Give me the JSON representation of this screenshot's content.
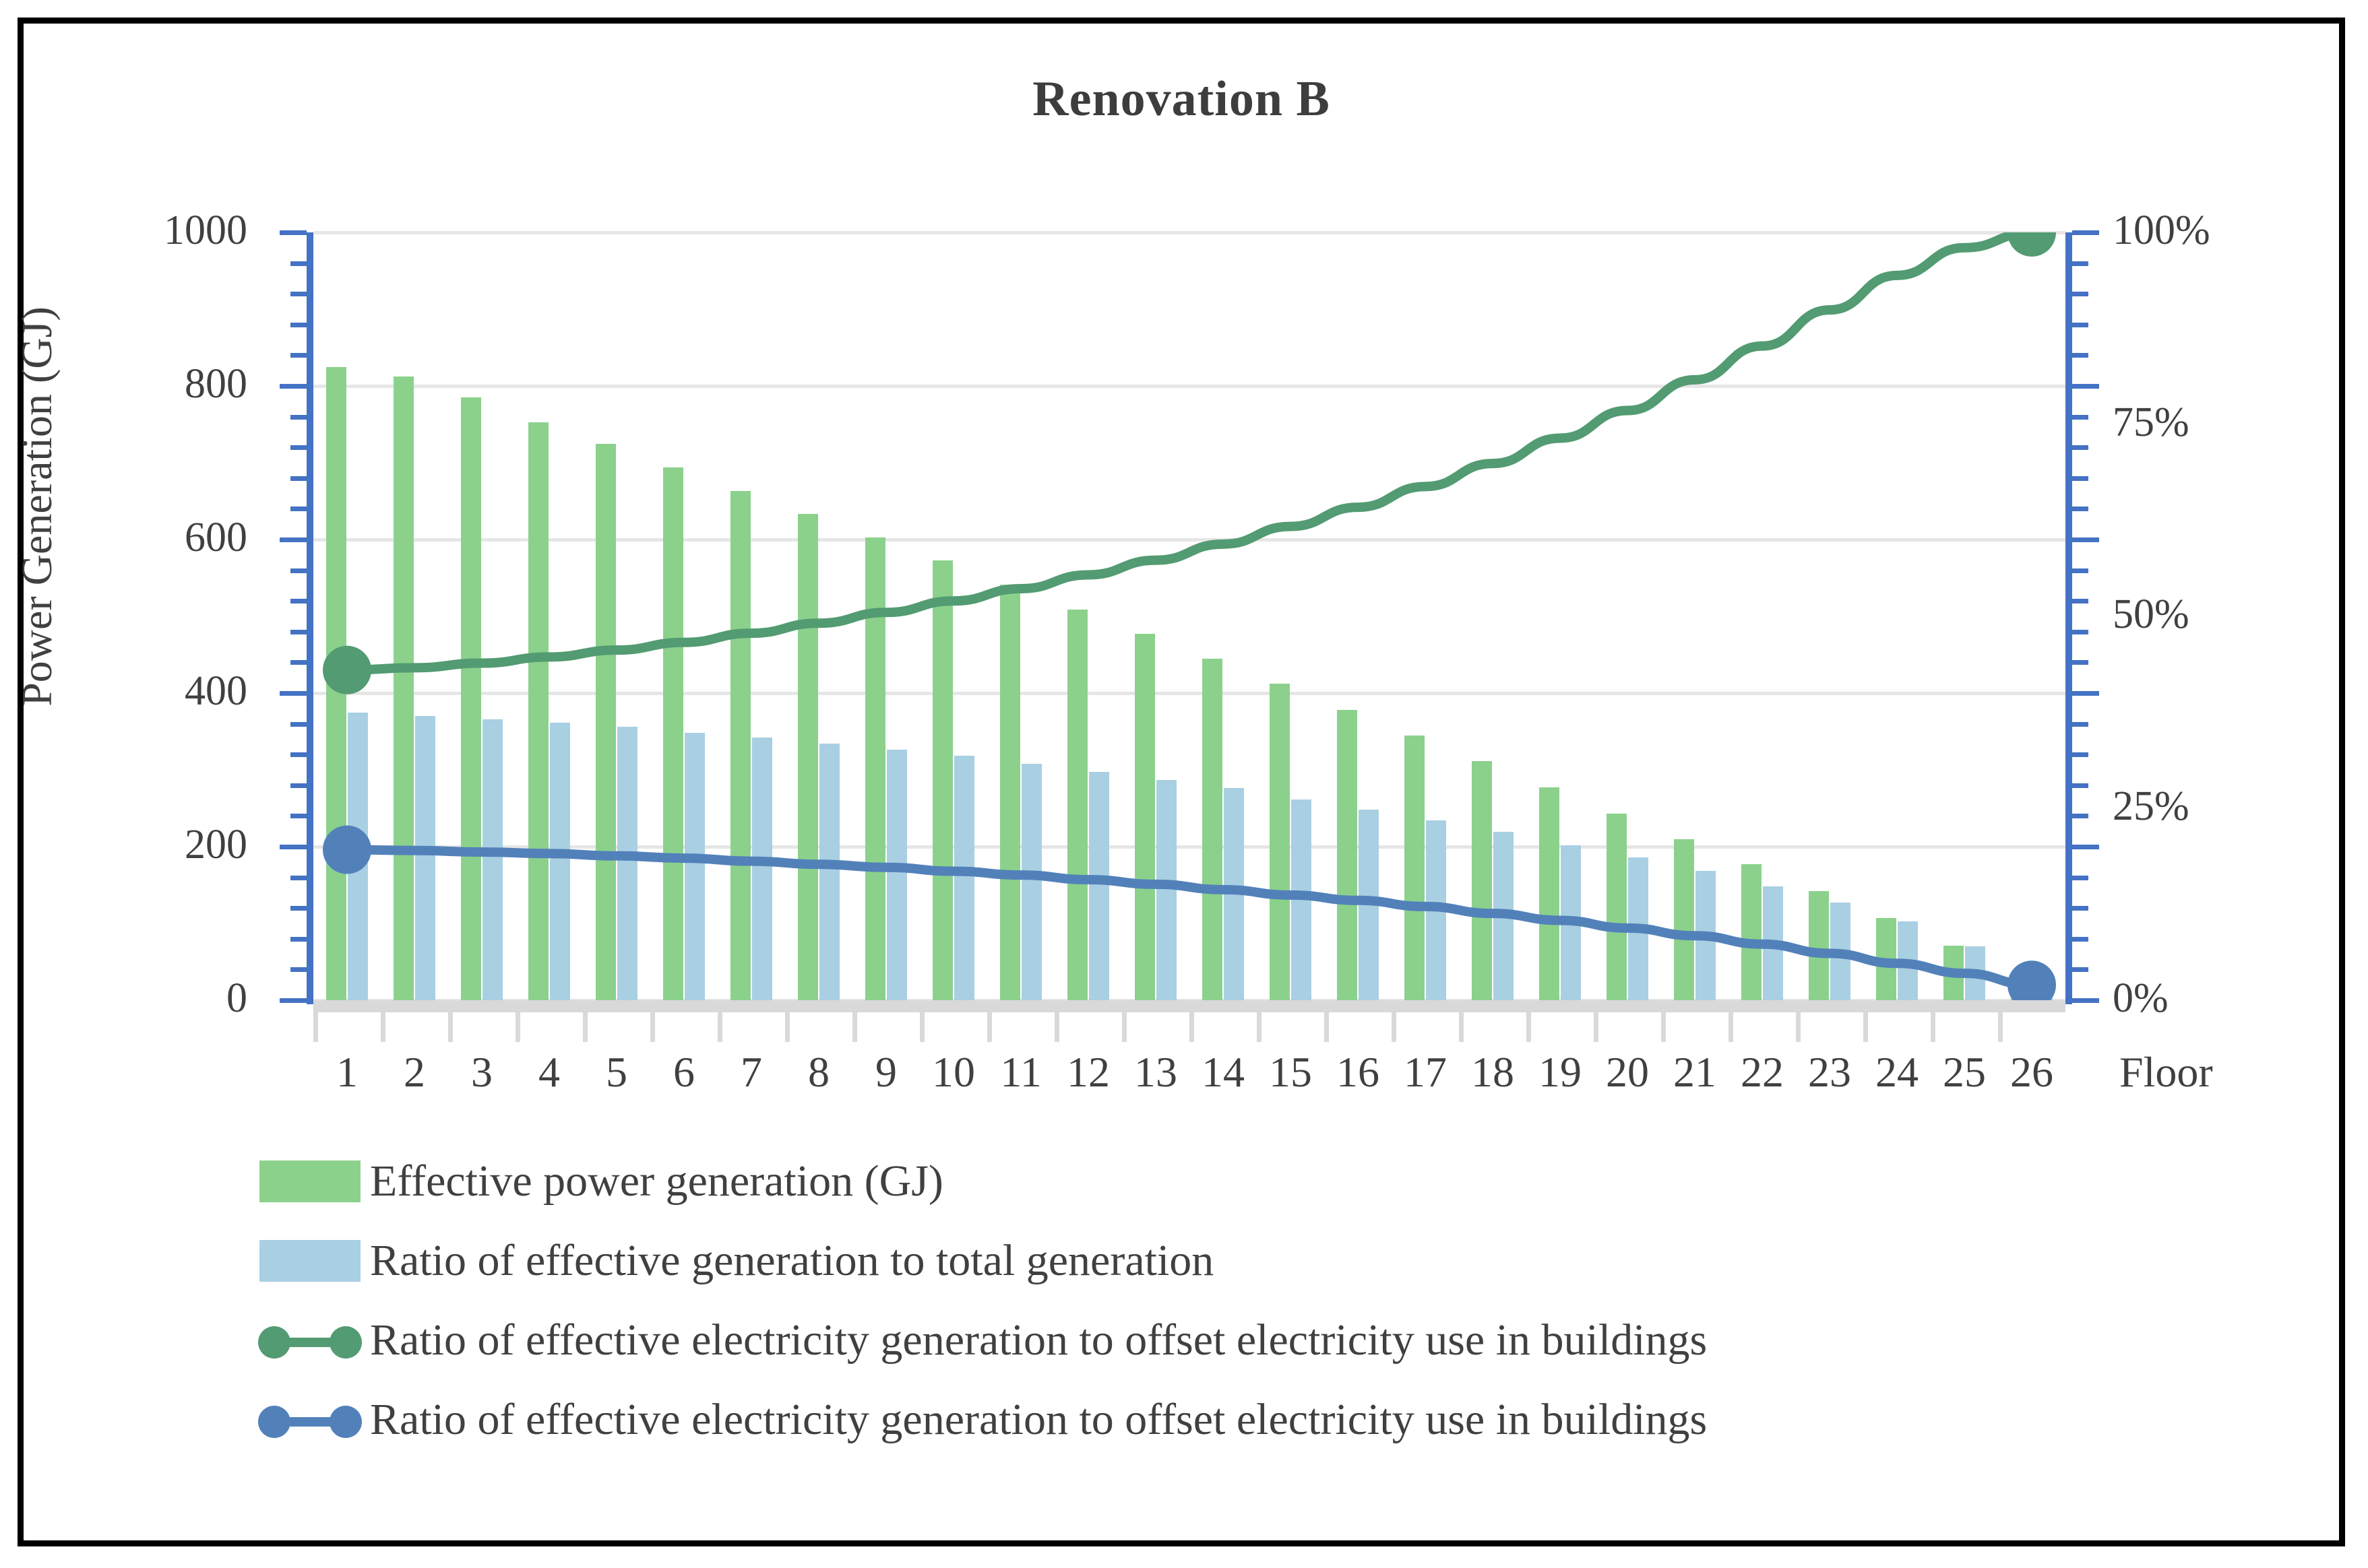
{
  "chart": {
    "title": "Renovation B",
    "y_axis_left_title": "Power Generation (GJ)",
    "x_axis_title": "Floor",
    "y_left_ticks": [
      "1000",
      "800",
      "600",
      "400",
      "200",
      "0"
    ],
    "y_right_ticks": [
      "100%",
      "75%",
      "50%",
      "25%",
      "0%"
    ]
  },
  "legend": {
    "items": [
      {
        "type": "bar",
        "label": "Effective power generation (GJ)",
        "color": "#8BD18C"
      },
      {
        "type": "bar",
        "label": "Ratio of effective generation to total generation",
        "color": "#A9CFE3"
      },
      {
        "type": "line",
        "label": "Ratio of effective electricity generation to offset electricity use in buildings",
        "color": "#539B72"
      },
      {
        "type": "line",
        "label": "Ratio of effective electricity generation to offset electricity use in buildings",
        "color": "#5281BA"
      }
    ]
  },
  "colors": {
    "bar_green": "#8BD18C",
    "bar_blue": "#A9CFE3",
    "line_green": "#539B72",
    "line_blue": "#5281BA",
    "axis_blue": "#4472C4",
    "gridline": "#e6e6e6",
    "text": "#404040",
    "border": "#000000"
  },
  "chart_data": {
    "type": "bar",
    "title": "Renovation B",
    "xlabel": "Floor",
    "ylabel": "Power Generation (GJ)",
    "ylim": [
      0,
      1000
    ],
    "y2lim": [
      0,
      100
    ],
    "y2label": "%",
    "grid": true,
    "legend_position": "bottom-left",
    "categories": [
      "1",
      "2",
      "3",
      "4",
      "5",
      "6",
      "7",
      "8",
      "9",
      "10",
      "11",
      "12",
      "13",
      "14",
      "15",
      "16",
      "17",
      "18",
      "19",
      "20",
      "21",
      "22",
      "23",
      "24",
      "25",
      "26"
    ],
    "series": [
      {
        "name": "Effective power generation (GJ)",
        "type": "bar",
        "axis": "left",
        "color": "#8BD18C",
        "values": [
          825,
          812,
          785,
          753,
          725,
          694,
          663,
          633,
          603,
          573,
          541,
          509,
          477,
          445,
          412,
          378,
          345,
          311,
          277,
          243,
          210,
          177,
          142,
          107,
          71,
          4
        ]
      },
      {
        "name": "Ratio of effective generation to total generation",
        "type": "bar",
        "axis": "left",
        "color": "#A9CFE3",
        "values": [
          375,
          370,
          366,
          361,
          356,
          348,
          342,
          334,
          326,
          318,
          308,
          297,
          287,
          276,
          261,
          248,
          234,
          219,
          202,
          186,
          168,
          148,
          127,
          103,
          70,
          4
        ]
      },
      {
        "name": "Ratio of effective electricity generation to offset electricity use in buildings",
        "type": "line",
        "axis": "right",
        "color": "#539B72",
        "values": [
          43.0,
          43.3,
          43.9,
          44.7,
          45.6,
          46.6,
          47.8,
          49.1,
          50.5,
          52.0,
          53.6,
          55.4,
          57.3,
          59.4,
          61.7,
          64.2,
          66.9,
          69.9,
          73.2,
          76.8,
          80.8,
          85.2,
          89.9,
          94.4,
          98.0,
          100.0
        ]
      },
      {
        "name": "Ratio of effective electricity generation to offset electricity use in buildings",
        "type": "line",
        "axis": "right",
        "color": "#5281BA",
        "values": [
          19.6,
          19.5,
          19.3,
          19.1,
          18.8,
          18.5,
          18.1,
          17.7,
          17.3,
          16.8,
          16.3,
          15.7,
          15.1,
          14.4,
          13.7,
          13.0,
          12.2,
          11.3,
          10.4,
          9.4,
          8.4,
          7.3,
          6.1,
          4.8,
          3.5,
          2.0
        ]
      }
    ]
  }
}
